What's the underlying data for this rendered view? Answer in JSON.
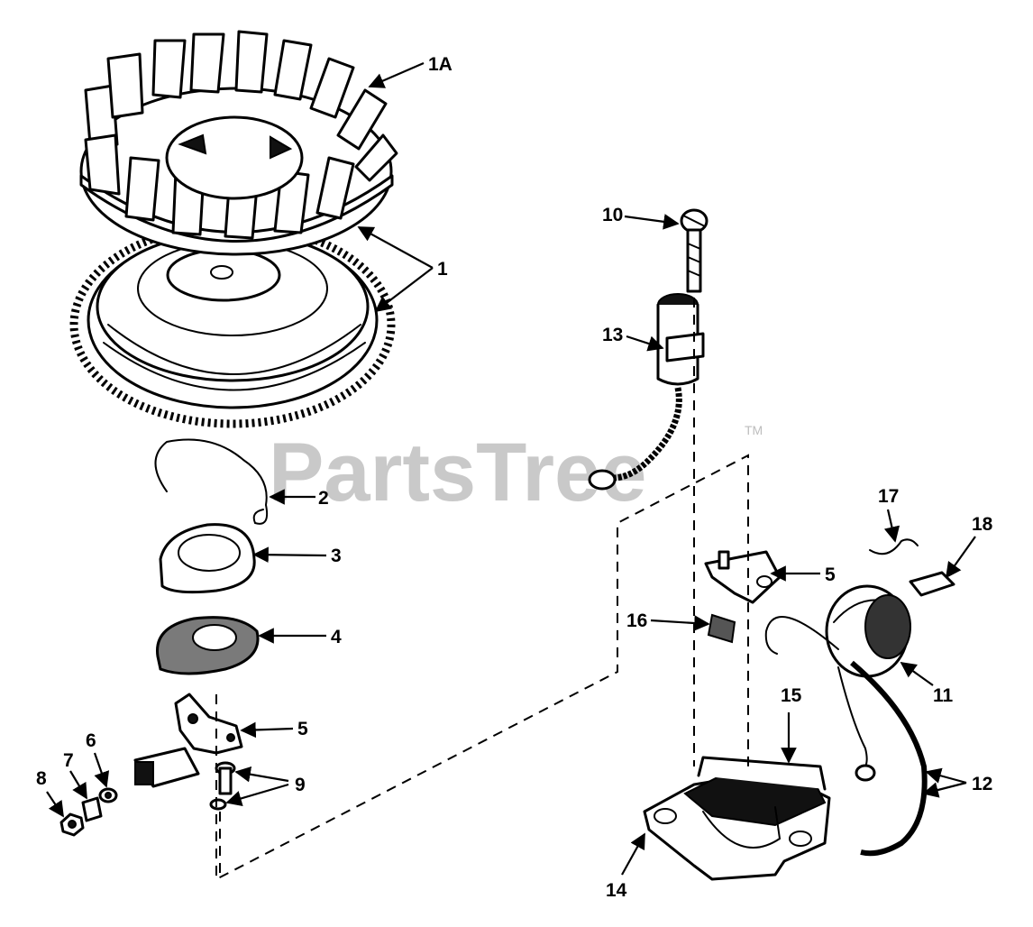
{
  "watermark": {
    "text": "PartsTree",
    "trademark": "TM"
  },
  "callouts": [
    {
      "id": "1A",
      "text": "1A"
    },
    {
      "id": "1",
      "text": "1"
    },
    {
      "id": "2",
      "text": "2"
    },
    {
      "id": "3",
      "text": "3"
    },
    {
      "id": "4",
      "text": "4"
    },
    {
      "id": "5a",
      "text": "5"
    },
    {
      "id": "5b",
      "text": "5"
    },
    {
      "id": "6",
      "text": "6"
    },
    {
      "id": "7",
      "text": "7"
    },
    {
      "id": "8",
      "text": "8"
    },
    {
      "id": "9",
      "text": "9"
    },
    {
      "id": "10",
      "text": "10"
    },
    {
      "id": "11",
      "text": "11"
    },
    {
      "id": "12",
      "text": "12"
    },
    {
      "id": "13",
      "text": "13"
    },
    {
      "id": "14",
      "text": "14"
    },
    {
      "id": "15",
      "text": "15"
    },
    {
      "id": "16",
      "text": "16"
    },
    {
      "id": "17",
      "text": "17"
    },
    {
      "id": "18",
      "text": "18"
    }
  ]
}
